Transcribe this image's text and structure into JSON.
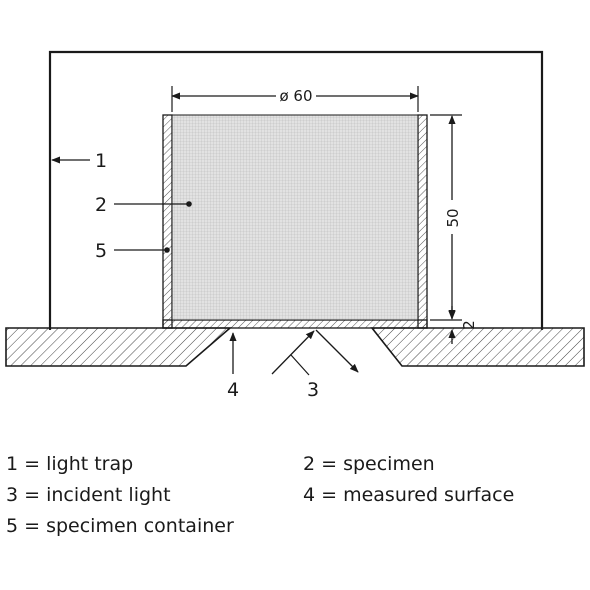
{
  "diagram": {
    "callouts": {
      "light_trap": "1",
      "specimen": "2",
      "incident_light": "3",
      "measured_surface": "4",
      "specimen_container": "5"
    },
    "dimensions": {
      "diameter": "ø 60",
      "height": "50",
      "base_gap": "2"
    }
  },
  "legend": [
    "1 = light trap",
    "2 = specimen",
    "3 = incident light",
    "4 = measured surface",
    "5 = specimen container"
  ]
}
